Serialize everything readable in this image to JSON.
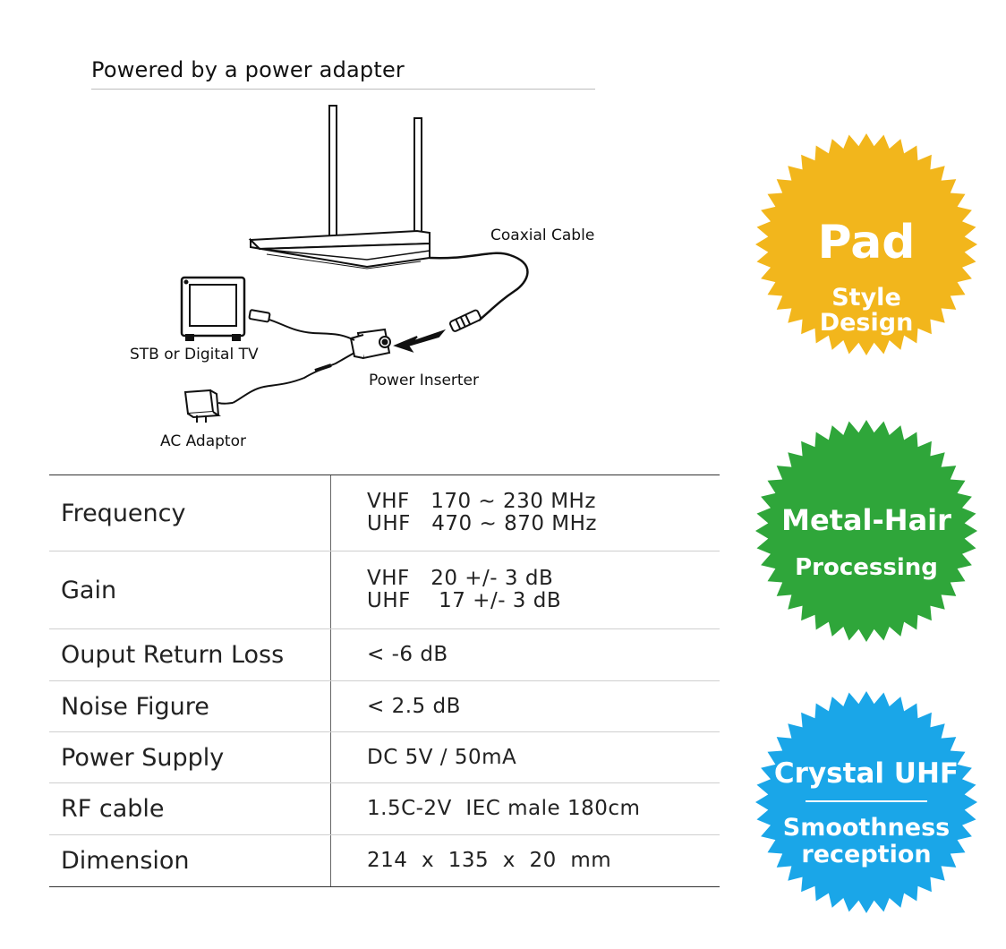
{
  "heading": "Powered by a power adapter",
  "diagram": {
    "coaxial_label": "Coaxial Cable",
    "stb_label": "STB or Digital TV",
    "inserter_label": "Power Inserter",
    "adaptor_label": "AC Adaptor"
  },
  "specs": [
    {
      "name": "Frequency",
      "lines": [
        "VHF   170 ~ 230 MHz",
        "UHF   470 ~ 870 MHz"
      ]
    },
    {
      "name": "Gain",
      "lines": [
        "VHF   20 +/- 3 dB",
        "UHF    17 +/- 3 dB"
      ]
    },
    {
      "name": "Ouput Return Loss",
      "lines": [
        "< -6 dB"
      ]
    },
    {
      "name": "Noise Figure",
      "lines": [
        "< 2.5 dB"
      ]
    },
    {
      "name": "Power Supply",
      "lines": [
        "DC 5V / 50mA"
      ]
    },
    {
      "name": "RF cable",
      "lines": [
        "1.5C-2V  IEC male 180cm"
      ]
    },
    {
      "name": "Dimension",
      "lines": [
        "214  x  135  x  20  mm"
      ]
    }
  ],
  "badges": {
    "pad": {
      "title": "Pad",
      "line1": "Style",
      "line2": "Design",
      "color": "#f2b61c"
    },
    "metal": {
      "title": "Metal-Hair",
      "line1": "Processing",
      "color": "#2fa63a"
    },
    "crystal": {
      "title": "Crystal UHF",
      "line1": "Smoothness",
      "line2": "reception",
      "color": "#1aa6e8"
    }
  }
}
